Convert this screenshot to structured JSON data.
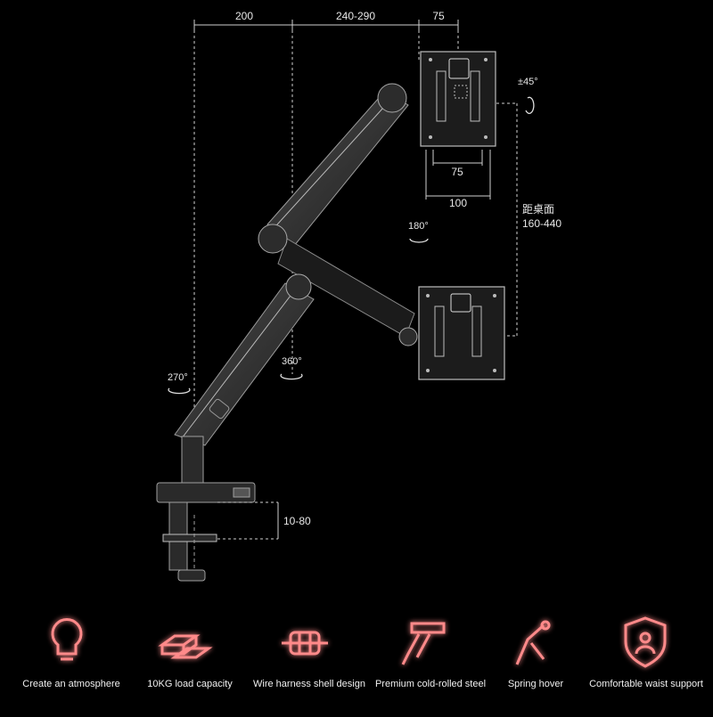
{
  "dimensions": {
    "top_offsets": [
      "200",
      "240-290",
      "75"
    ],
    "vesa_inner": "75",
    "vesa_outer": "100",
    "clamp_range": "10-80",
    "height_label": "距桌面",
    "height_range": "160-440"
  },
  "rotations": {
    "tilt": "±45°",
    "swivel_head": "180°",
    "base_left": "270°",
    "joint_mid": "360°"
  },
  "features": [
    {
      "label": "Create an atmosphere",
      "icon": "lightbulb-icon"
    },
    {
      "label": "10KG load capacity",
      "icon": "gold-bars-icon"
    },
    {
      "label": "Wire harness shell design",
      "icon": "cable-clip-icon"
    },
    {
      "label": "Premium cold-rolled steel",
      "icon": "steel-arm-icon"
    },
    {
      "label": "Spring hover",
      "icon": "spring-arm-icon"
    },
    {
      "label": "Comfortable waist support",
      "icon": "shield-user-icon"
    }
  ],
  "colors": {
    "background": "#000000",
    "line": "#d8d8d8",
    "arm": "#2a2a2a",
    "accent_glow": "#ff6a6a"
  }
}
